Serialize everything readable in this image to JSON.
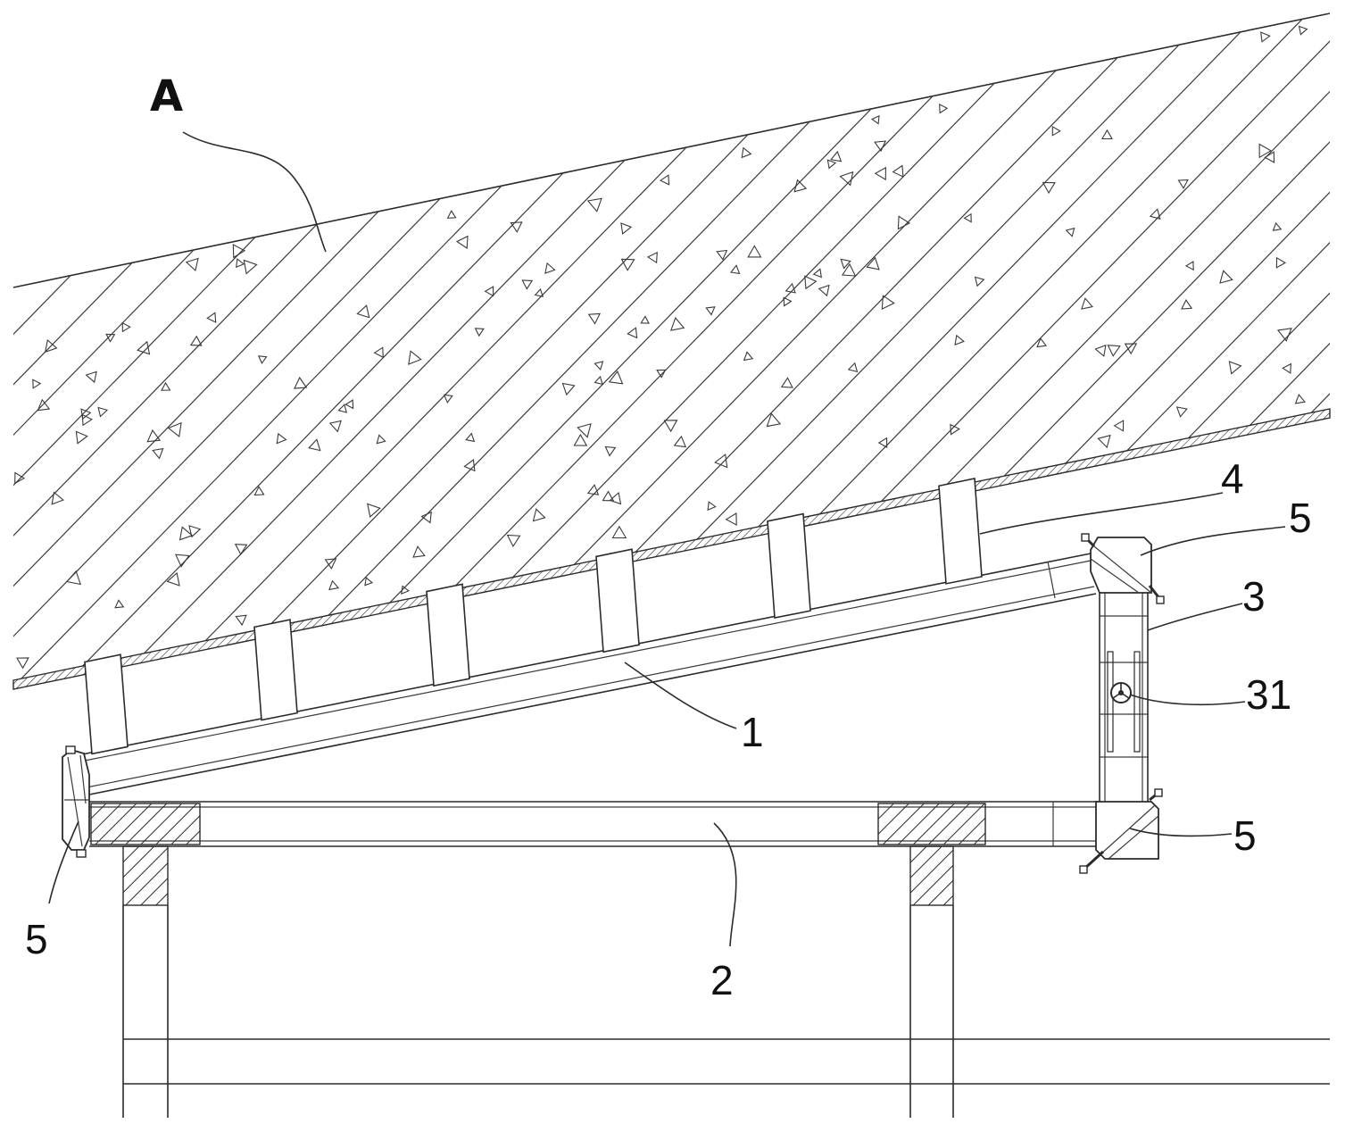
{
  "drawing": {
    "labels": {
      "A": "A",
      "beam_1": "1",
      "beam_2": "2",
      "post_3": "3",
      "part_31": "31",
      "block_4": "4",
      "joint_5_top": "5",
      "joint_5_right": "5",
      "joint_5_left": "5"
    }
  },
  "colors": {
    "ink": "#2b2b2b",
    "background": "#ffffff"
  }
}
